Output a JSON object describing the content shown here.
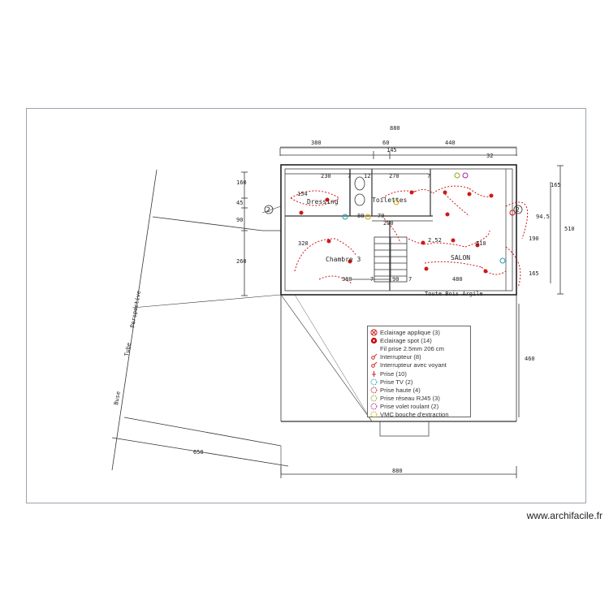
{
  "plan": {
    "dims": {
      "top_total": "880",
      "top_left": "380",
      "top_mid_a": "60",
      "top_mid_b": "145",
      "top_right": "440",
      "left_a": "160",
      "left_b": "45",
      "left_c": "90",
      "left_d": "260",
      "right_a": "165",
      "right_b": "510",
      "right_c": "94.5",
      "right_d": "190",
      "right_e": "165",
      "right_f": "32",
      "bottom_total": "880",
      "bottom_left": "650",
      "right_side": "460",
      "in_230": "230",
      "in_7a": "7",
      "in_270": "270",
      "in_7b": "7",
      "in_12": "12",
      "in_80": "80",
      "in_70": "70",
      "in_200": "200",
      "in_320": "320",
      "in_380": "380",
      "in_7c": "7",
      "in_90": "90",
      "in_7d": "7",
      "in_480": "480",
      "in_510": "510",
      "in_154": "154",
      "in_252": "2,52"
    },
    "rooms": {
      "dressing": "Dressing",
      "toilettes": "Toilettes",
      "chambre": "Chambre 3",
      "salon": "SALON"
    },
    "notes": {
      "bottom_wall": "Toute Bois Argile",
      "marker_2_left": "2",
      "marker_2_right": "2",
      "perspective_1": "Perspective",
      "perspective_2": "Tube",
      "perspective_3": "Buse"
    }
  },
  "legend": {
    "items": [
      {
        "label": "Eclairage applique (3)",
        "icon": "applique-light-icon",
        "color": "#cc2222"
      },
      {
        "label": "Eclairage spot (14)",
        "icon": "spot-light-icon",
        "color": "#cc0000"
      },
      {
        "label": "Fil prise 2.5mm 206 cm",
        "icon": "none",
        "color": "#cc0000"
      },
      {
        "label": "Interrupteur (8)",
        "icon": "switch-icon",
        "color": "#cc2222"
      },
      {
        "label": "Interrupteur avec voyant",
        "icon": "switch-light-icon",
        "color": "#cc2222"
      },
      {
        "label": "Prise (10)",
        "icon": "outlet-icon",
        "color": "#cc2222"
      },
      {
        "label": "Prise TV (2)",
        "icon": "tv-outlet-icon",
        "color": "#22a0b0"
      },
      {
        "label": "Prise haute (4)",
        "icon": "high-outlet-icon",
        "color": "#cc2222"
      },
      {
        "label": "Prise réseau RJ45 (3)",
        "icon": "rj45-outlet-icon",
        "color": "#88aa22"
      },
      {
        "label": "Prise volet roulant (2)",
        "icon": "shutter-outlet-icon",
        "color": "#aa22aa"
      },
      {
        "label": "VMC bouche d'extraction",
        "icon": "vmc-icon",
        "color": "#ccaa00"
      }
    ]
  },
  "watermark": "www.archifacile.fr"
}
